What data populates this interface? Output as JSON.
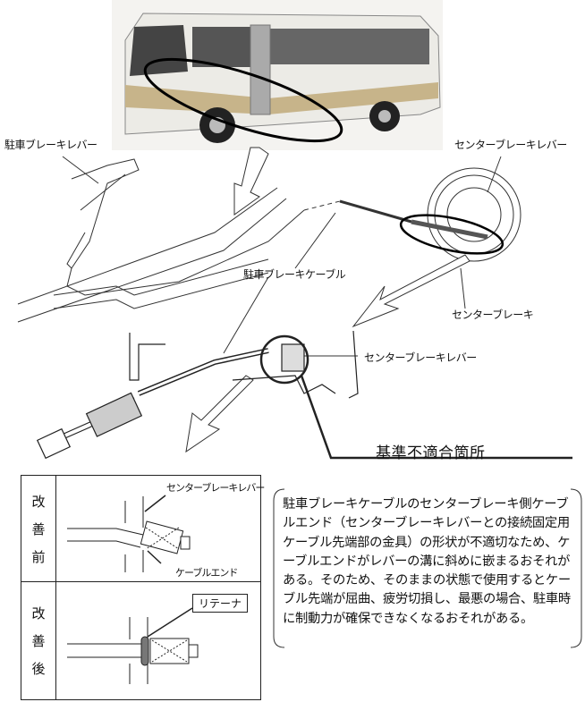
{
  "labels": {
    "parking_brake_lever": "駐車ブレーキレバー",
    "center_brake_lever_top": "センターブレーキレバー",
    "parking_brake_cable": "駐車ブレーキケーブル",
    "center_brake": "センターブレーキ",
    "center_brake_lever_mid": "センターブレーキレバー",
    "nonconforming_location": "基準不適合箇所"
  },
  "comparison": {
    "before": {
      "heading": [
        "改",
        "善",
        "前"
      ],
      "lever_label": "センターブレーキレバー",
      "cable_end_label": "ケーブルエンド"
    },
    "after": {
      "heading": [
        "改",
        "善",
        "後"
      ],
      "retainer_label": "リテーナ"
    }
  },
  "description": "駐車ブレーキケーブルのセンターブレーキ側ケーブルエンド（センターブレーキレバーとの接続固定用ケーブル先端部の金具）の形状が不適切なため、ケーブルエンドがレバーの溝に斜めに嵌まるおそれがある。そのため、そのままの状態で使用するとケーブル先端が屈曲、疲労切損し、最悪の場合、駐車時に制動力が確保できなくなるおそれがある。"
}
